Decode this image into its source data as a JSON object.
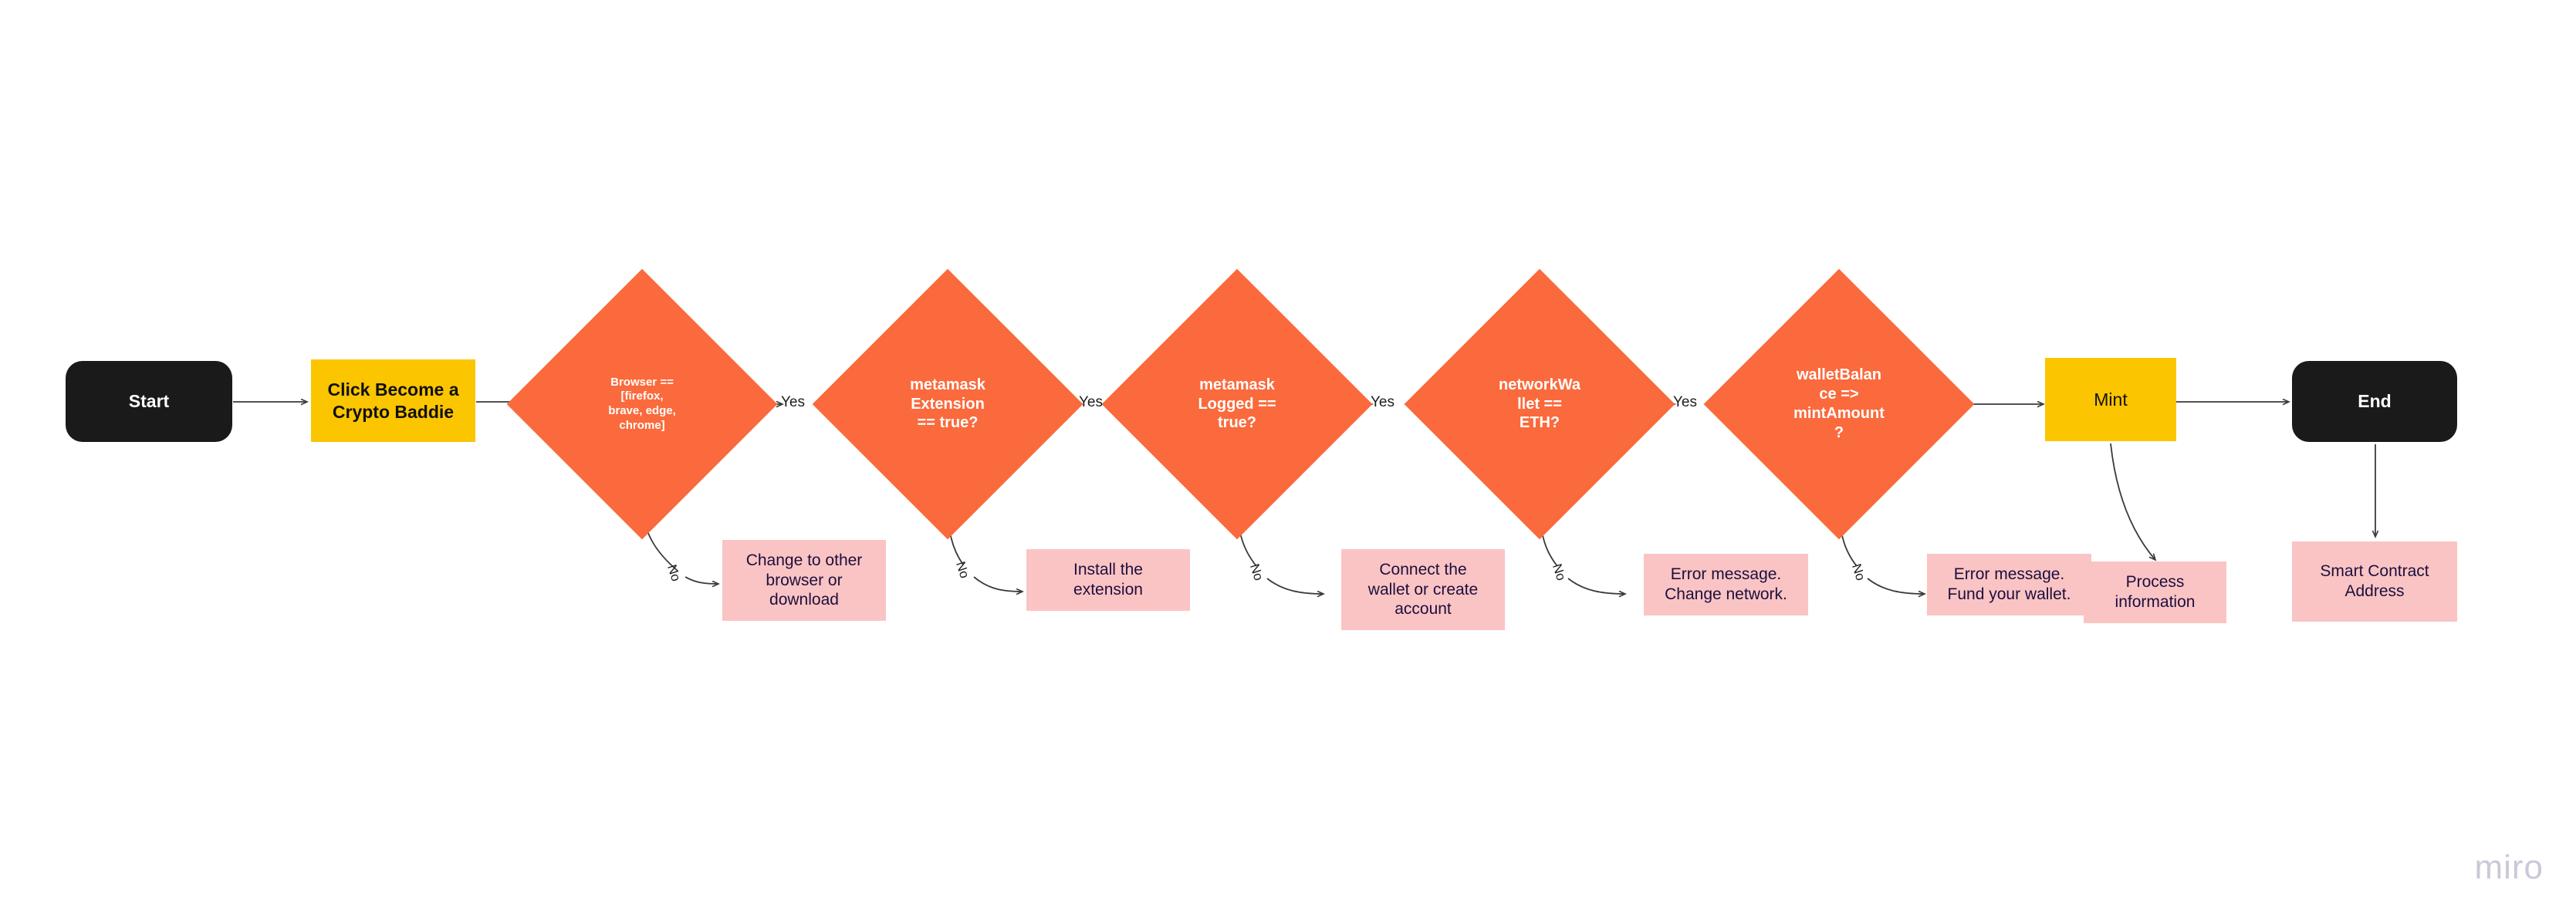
{
  "board": {
    "background_color": "#ffffff",
    "watermark": "miro"
  },
  "palette": {
    "terminal_fill": "#1a1a1a",
    "terminal_text": "#ffffff",
    "process_fill": "#fbc500",
    "process_text": "#111111",
    "decision_fill": "#fa6a3c",
    "decision_text": "#ffffff",
    "note_fill": "#fbc4c4",
    "note_text": "#1b0f3d",
    "edge_color": "#3a3a3a",
    "watermark_color": "#c9c9d8"
  },
  "chart_data": {
    "type": "diagram",
    "title": "Crypto Baddie mint flow",
    "nodes": [
      {
        "id": "start",
        "label": "Start",
        "shape": "terminal"
      },
      {
        "id": "click",
        "label": "Click Become a\nCrypto Baddie",
        "shape": "process"
      },
      {
        "id": "d_browser",
        "label": "Browser ==\n[firefox,\nbrave, edge,\nchrome]",
        "shape": "decision"
      },
      {
        "id": "n_browser",
        "label": "Change to other\nbrowser or\ndownload",
        "shape": "note"
      },
      {
        "id": "d_ext",
        "label": "metamask\nExtension\n== true?",
        "shape": "decision"
      },
      {
        "id": "n_ext",
        "label": "Install the\nextension",
        "shape": "note"
      },
      {
        "id": "d_logged",
        "label": "metamask\nLogged ==\ntrue?",
        "shape": "decision"
      },
      {
        "id": "n_logged",
        "label": "Connect the\nwallet or create\naccount",
        "shape": "note"
      },
      {
        "id": "d_network",
        "label": "networkWa\nllet ==\nETH?",
        "shape": "decision"
      },
      {
        "id": "n_network",
        "label": "Error message.\nChange network.",
        "shape": "note"
      },
      {
        "id": "d_balance",
        "label": "walletBalan\nce =>\nmintAmount\n?",
        "shape": "decision"
      },
      {
        "id": "n_balance",
        "label": "Error message.\nFund your wallet.",
        "shape": "note"
      },
      {
        "id": "mint",
        "label": "Mint",
        "shape": "process"
      },
      {
        "id": "n_mint",
        "label": "Process\ninformation",
        "shape": "note"
      },
      {
        "id": "end",
        "label": "End",
        "shape": "terminal"
      },
      {
        "id": "n_end",
        "label": "Smart Contract\nAddress",
        "shape": "note"
      }
    ],
    "edges": [
      {
        "from": "start",
        "to": "click",
        "label": ""
      },
      {
        "from": "click",
        "to": "d_browser",
        "label": ""
      },
      {
        "from": "d_browser",
        "to": "d_ext",
        "label": "Yes"
      },
      {
        "from": "d_browser",
        "to": "n_browser",
        "label": "No"
      },
      {
        "from": "d_ext",
        "to": "d_logged",
        "label": "Yes"
      },
      {
        "from": "d_ext",
        "to": "n_ext",
        "label": "No"
      },
      {
        "from": "d_logged",
        "to": "d_network",
        "label": "Yes"
      },
      {
        "from": "d_logged",
        "to": "n_logged",
        "label": "No"
      },
      {
        "from": "d_network",
        "to": "d_balance",
        "label": "Yes"
      },
      {
        "from": "d_network",
        "to": "n_network",
        "label": "No"
      },
      {
        "from": "d_balance",
        "to": "mint",
        "label": ""
      },
      {
        "from": "d_balance",
        "to": "n_balance",
        "label": "No"
      },
      {
        "from": "mint",
        "to": "end",
        "label": ""
      },
      {
        "from": "mint",
        "to": "n_mint",
        "label": ""
      },
      {
        "from": "end",
        "to": "n_end",
        "label": ""
      }
    ]
  },
  "edge_labels": {
    "yes_1": "Yes",
    "yes_2": "Yes",
    "yes_3": "Yes",
    "yes_4": "Yes",
    "no_1": "No",
    "no_2": "No",
    "no_3": "No",
    "no_4": "No",
    "no_5": "No"
  },
  "nodes": {
    "start": "Start",
    "click": "Click Become a\nCrypto Baddie",
    "d_browser": "Browser ==\n[firefox,\nbrave, edge,\nchrome]",
    "n_browser": "Change to other\nbrowser or\ndownload",
    "d_ext": "metamask\nExtension\n== true?",
    "n_ext": "Install the\nextension",
    "d_logged": "metamask\nLogged ==\ntrue?",
    "n_logged": "Connect the\nwallet or create\naccount",
    "d_network": "networkWa\nllet ==\nETH?",
    "n_network": "Error message.\nChange network.",
    "d_balance": "walletBalan\nce =>\nmintAmount\n?",
    "n_balance": "Error message.\nFund your wallet.",
    "mint": "Mint",
    "n_mint": "Process\ninformation",
    "end": "End",
    "n_end": "Smart Contract\nAddress"
  }
}
